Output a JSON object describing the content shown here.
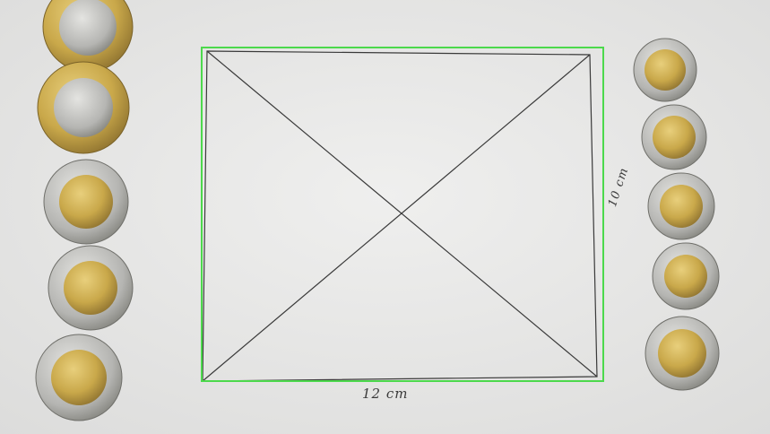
{
  "labels": {
    "width": "12 cm",
    "height": "10 cm"
  },
  "colors": {
    "paper": "#ececeb",
    "detection_box": "#4cd94c",
    "pencil": "#333333",
    "coin_gold": "#c9a84a",
    "coin_silver": "#b9b9b6"
  },
  "coins": {
    "left_column_count": 5,
    "right_column_count": 5
  }
}
